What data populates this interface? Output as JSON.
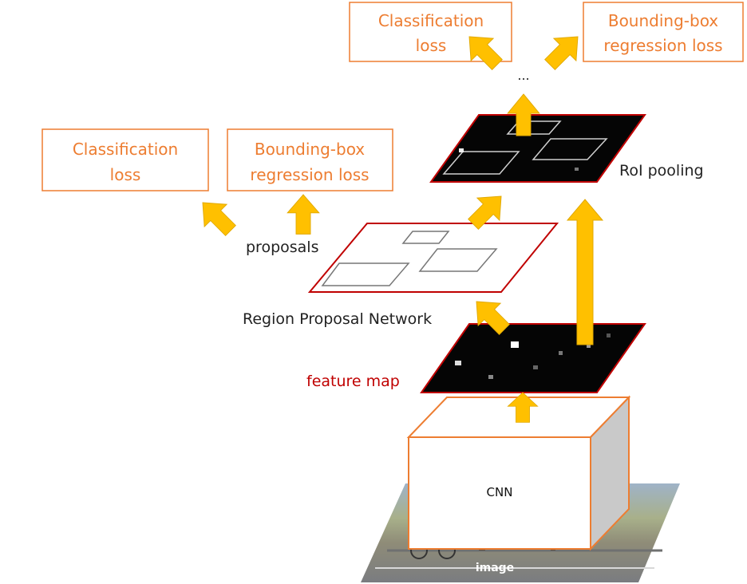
{
  "colors": {
    "orange": "#ed7d31",
    "arrow_yellow": "#ffc000",
    "arrow_outline": "#e0a800",
    "crimson": "#c00000",
    "text_dark": "#222222",
    "feature_bg": "#050505"
  },
  "top_head": {
    "cls_line1": "Classification",
    "cls_line2": "loss",
    "bbox_line1": "Bounding-box",
    "bbox_line2": "regression loss",
    "ellipsis": "..."
  },
  "rpn_head": {
    "cls_line1": "Classification",
    "cls_line2": "loss",
    "bbox_line1": "Bounding-box",
    "bbox_line2": "regression loss"
  },
  "labels": {
    "roi_pooling": "RoI pooling",
    "proposals": "proposals",
    "rpn": "Region Proposal Network",
    "feature_map": "feature map",
    "cnn": "CNN",
    "image": "image"
  }
}
